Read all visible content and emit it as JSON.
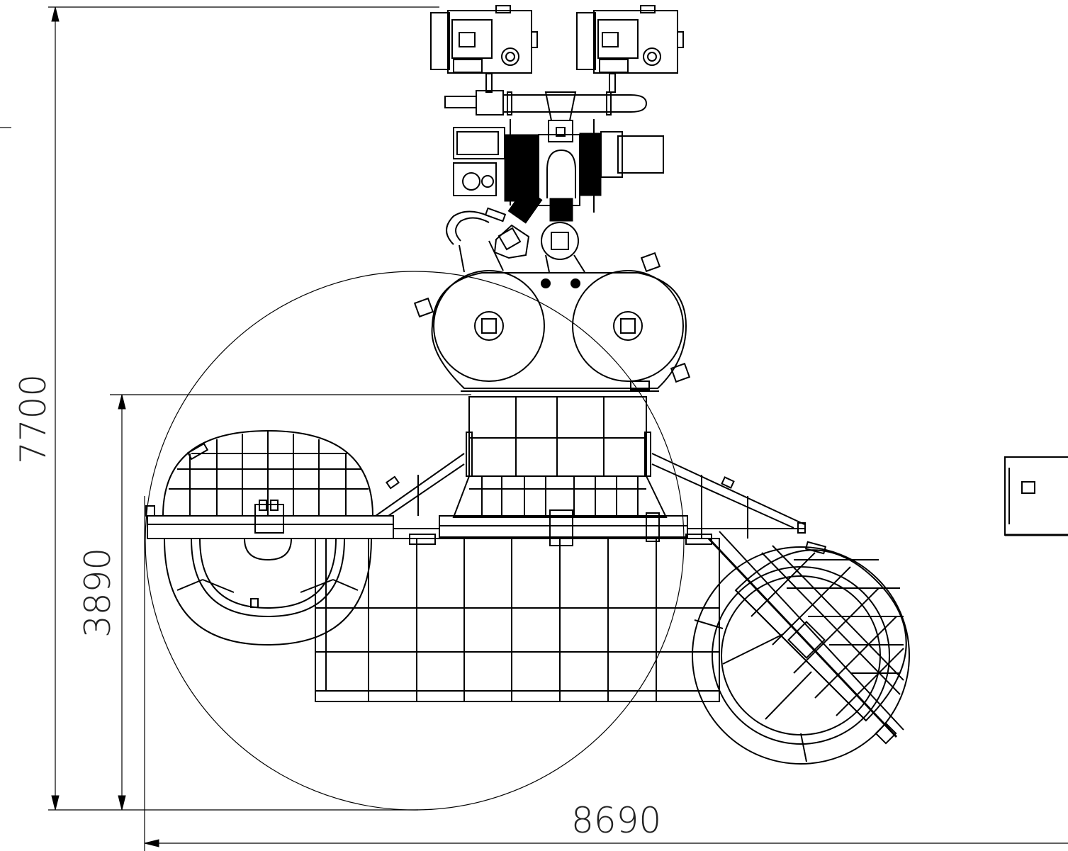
{
  "dimensions": {
    "overall_height": "7700",
    "lower_height": "3890",
    "overall_width": "8690"
  },
  "colors": {
    "line": "#000000",
    "background": "#ffffff"
  }
}
